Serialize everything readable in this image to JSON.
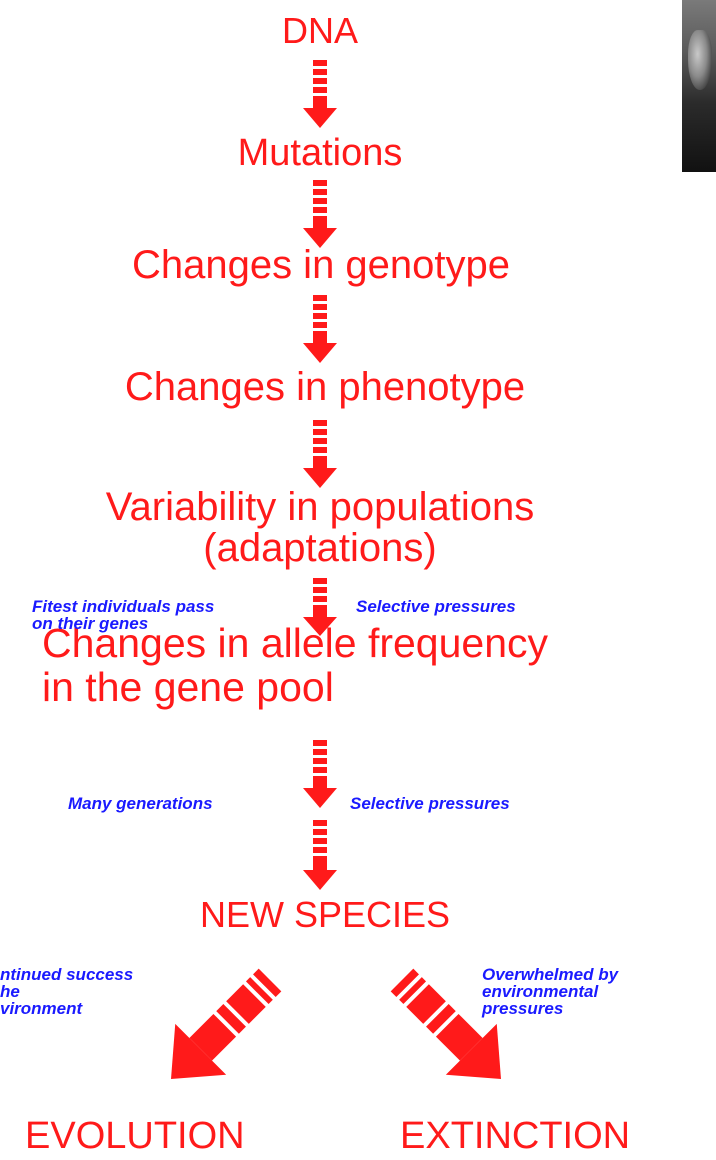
{
  "steps": {
    "dna": "DNA",
    "mutations": "Mutations",
    "genotype": "Changes in genotype",
    "phenotype": "Changes in phenotype",
    "variability_line1": "Variability in populations",
    "variability_line2": "(adaptations)",
    "allele_line1": "Changes in allele frequency",
    "allele_line2": "in the gene pool",
    "new_species": "NEW SPECIES",
    "evolution": "EVOLUTION",
    "extinction": "EXTINCTION"
  },
  "notes": {
    "fittest_line1": "Fitest individuals pass",
    "fittest_line2": "on their genes",
    "selective_1": "Selective pressures",
    "many_generations": "Many generations",
    "selective_2": "Selective pressures",
    "continued_line1": "ntinued success",
    "continued_line2": "he",
    "continued_line3": "vironment",
    "overwhelmed_line1": "Overwhelmed by",
    "overwhelmed_line2": "environmental",
    "overwhelmed_line3": "pressures"
  },
  "colors": {
    "main_text": "#ff1a1a",
    "note_text": "#1a1aff",
    "arrow": "#ff1a1a"
  },
  "icons": {
    "arrow": "striped-down-arrow",
    "photo": "portrait-photo-fragment"
  }
}
